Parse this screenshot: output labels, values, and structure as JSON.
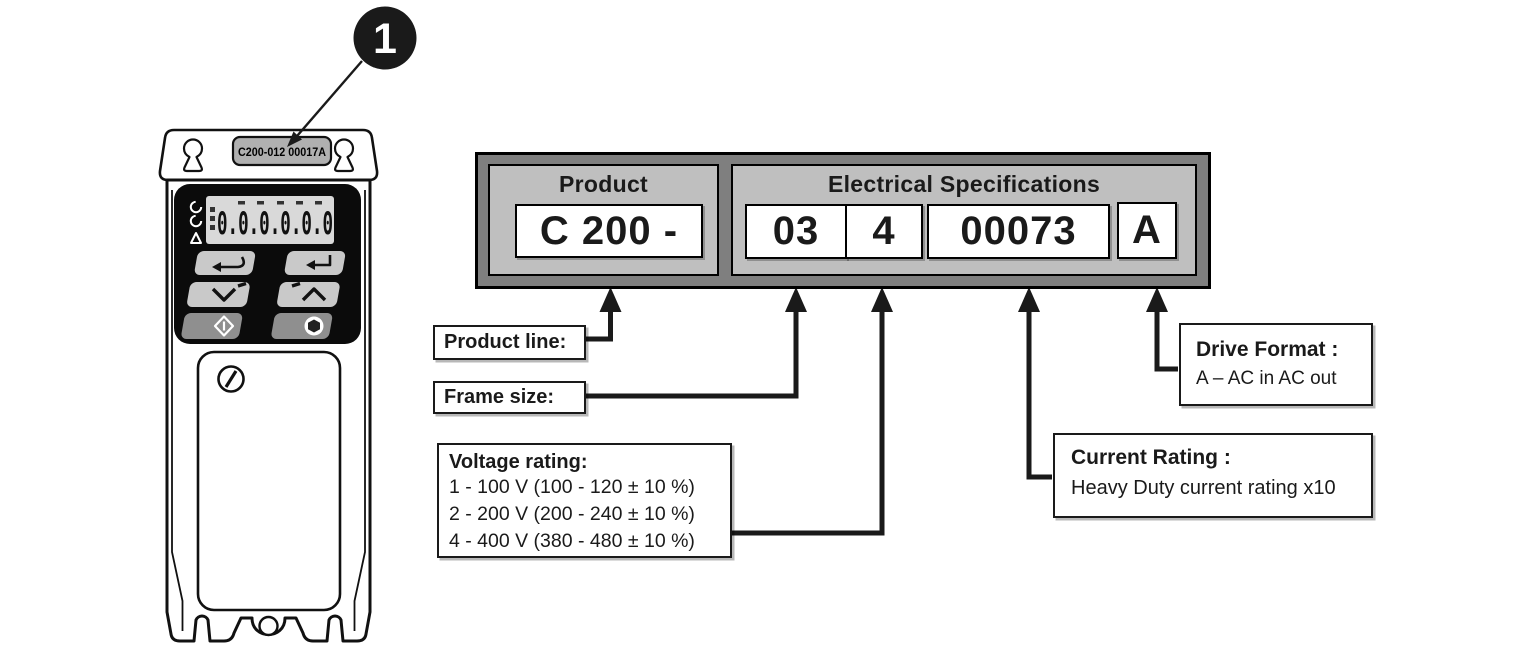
{
  "callout": {
    "number": "1"
  },
  "drive": {
    "top_label": "C200-012 00017A",
    "display_value": "0.0.0.0.0.0"
  },
  "spec_box": {
    "product": {
      "header": "Product",
      "value": "C 200 -"
    },
    "electrical": {
      "header": "Electrical Specifications",
      "frame_size_value": "03",
      "voltage_value": "4",
      "current_value": "00073",
      "format_value": "A"
    }
  },
  "annotations": {
    "product_line": {
      "label": "Product line:"
    },
    "frame_size": {
      "label": "Frame size:"
    },
    "voltage_rating": {
      "label": "Voltage rating:",
      "lines": [
        "1 - 100 V (100 - 120 ± 10 %)",
        "2 - 200 V (200 - 240 ± 10 %)",
        "4 - 400 V (380 - 480 ± 10 %)"
      ]
    },
    "current_rating": {
      "label": "Current Rating :",
      "line": "Heavy Duty current rating x10"
    },
    "drive_format": {
      "label": "Drive Format :",
      "line": "A – AC in AC out"
    }
  },
  "colors": {
    "outer_box": "#7f7f7f",
    "inner_panel": "#bfbfbf",
    "value_box": "#ffffff",
    "line": "#1a1a1a",
    "drive_label_plate": "#b0b0b0",
    "drive_display": "#d9d9d9"
  }
}
